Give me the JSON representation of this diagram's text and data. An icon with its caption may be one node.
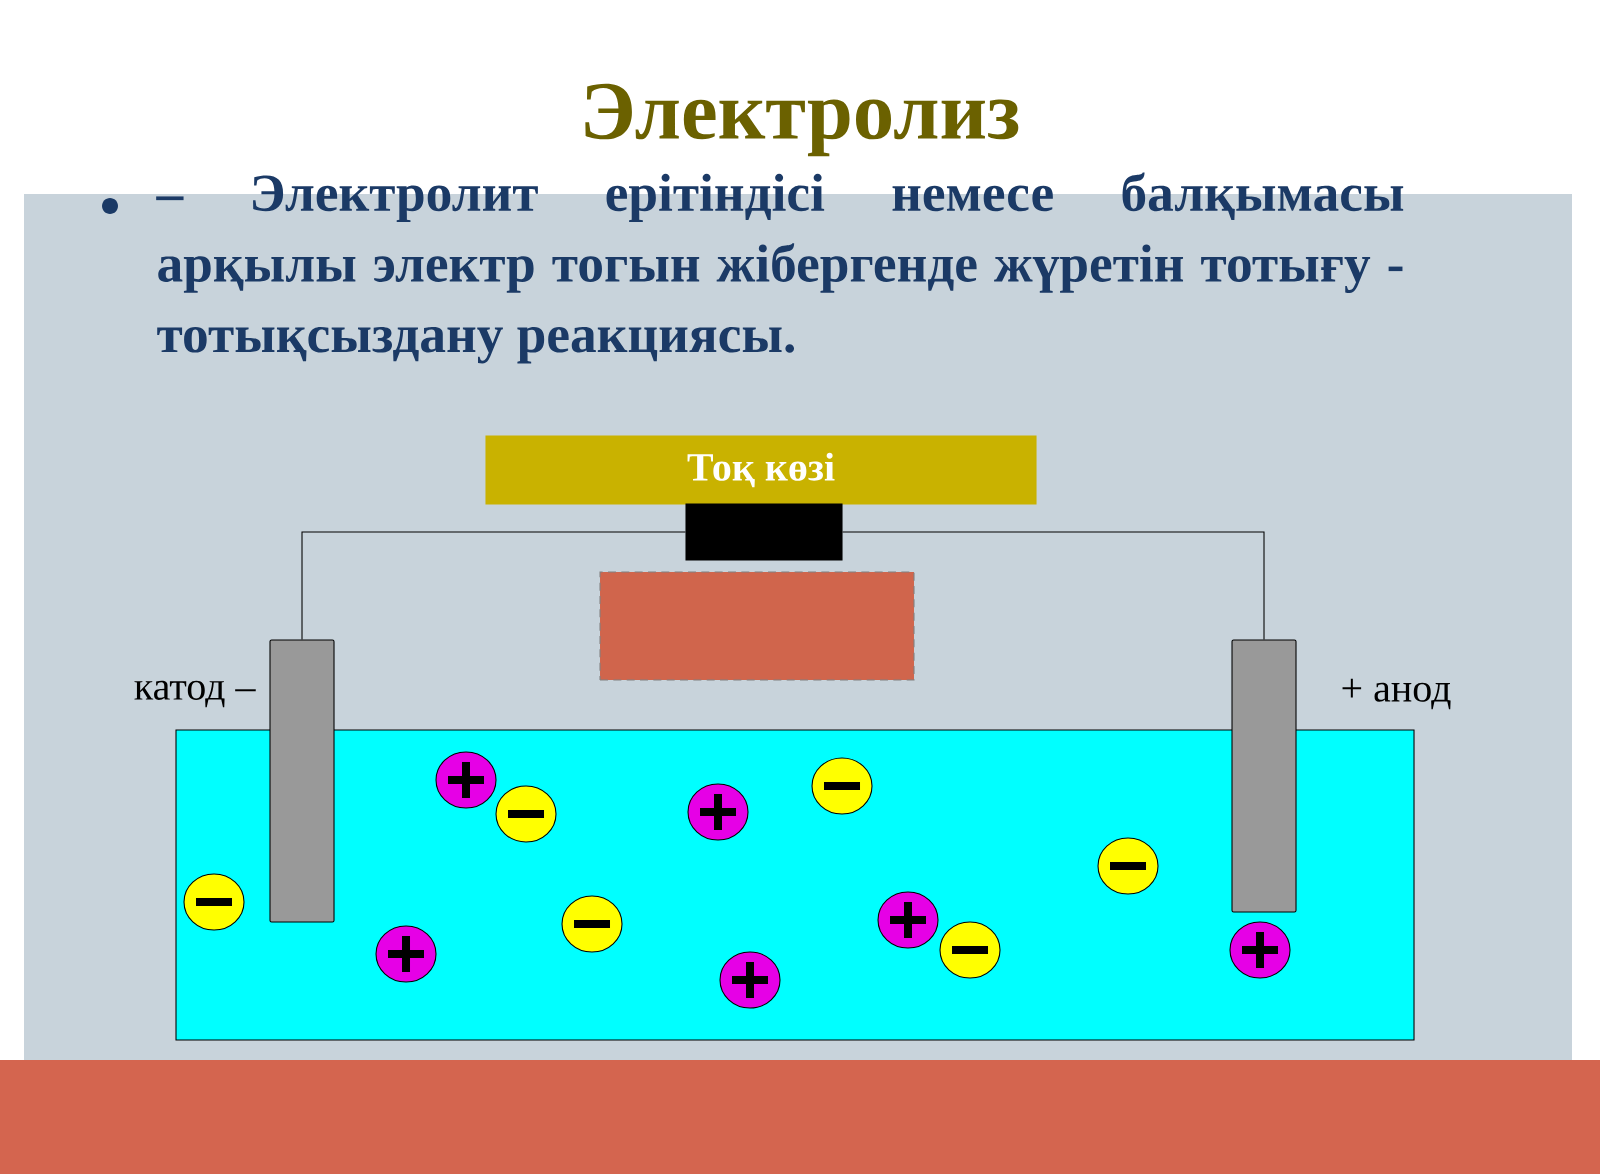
{
  "diagram": {
    "title": "Электролиз",
    "nodes": [
      {
        "text": [
          "Тоқ көзі"
        ]
      },
      {
        "text": [],
        "shape": "box"
      },
      {
        "text": [],
        "shape": "box"
      },
      {
        "text": [],
        "shape": "bar"
      },
      {
        "text": [],
        "shape": "bar"
      },
      {
        "text": [],
        "shape": "box"
      }
    ],
    "edges": [
      {
        "from": 1,
        "to": 3,
        "arrow": "none"
      },
      {
        "from": 1,
        "to": 4,
        "arrow": "none"
      }
    ],
    "labels": [
      "– Электролит ерітіндісі немесе балқымасы арқылы электр тогын жібергенде жүретін тотығу - тотықсыздану реакциясы.",
      "катод –",
      "+ анод"
    ]
  }
}
